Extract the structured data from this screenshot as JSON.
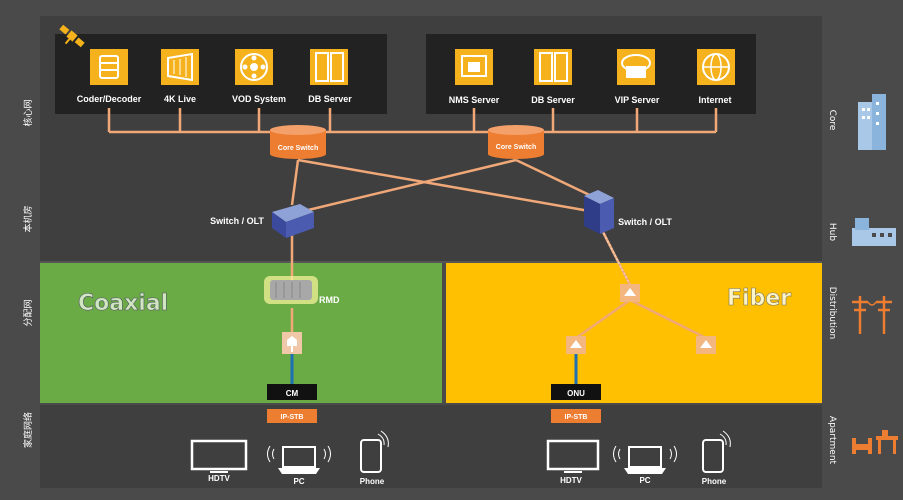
{
  "left_labels": [
    "核心网",
    "本机房",
    "分配网",
    "家庭网络"
  ],
  "right_labels": [
    "Core",
    "Hub",
    "Distribution",
    "Apartment"
  ],
  "servers_left": [
    "Coder/Decoder",
    "4K Live",
    "VOD System",
    "DB Server"
  ],
  "servers_right": [
    "NMS Server",
    "DB Server",
    "VIP Server",
    "Internet"
  ],
  "core_switch": "Core Switch",
  "olt": "Switch / OLT",
  "coaxial": {
    "title": "Coaxial",
    "rmd": "RMD",
    "cm": "CM",
    "stb": "IP-STB"
  },
  "fiber": {
    "title": "Fiber",
    "onu": "ONU",
    "stb": "IP-STB"
  },
  "devices": {
    "tv": "HDTV",
    "pc": "PC",
    "phone": "Phone"
  },
  "colors": {
    "accent": "#f5b21c",
    "line": "#f0a878",
    "coax_bg": "#6aab45",
    "fiber_bg": "#fec000",
    "label_bg": "#ed7d31",
    "panel": "#2a2a2a"
  }
}
